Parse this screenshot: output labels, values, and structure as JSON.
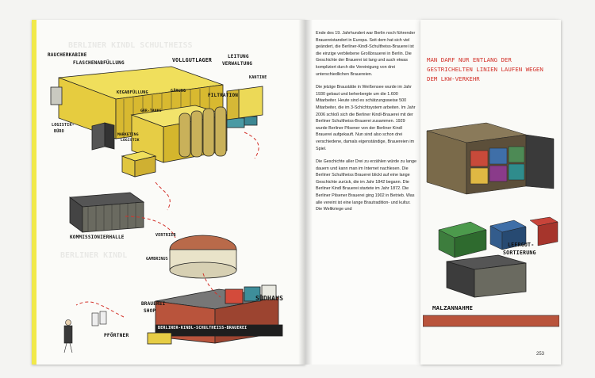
{
  "left_labels": {
    "rauchercabine": "RAUCHERKABINE",
    "flaschenabfuellung": "FLASCHENABFÜLLUNG",
    "vollgutlager": "VOLLGUTLAGER",
    "leitung": "LEITUNG",
    "verwaltung": "VERWALTUNG",
    "kantine": "KANTINE",
    "kegabfuellung": "KEGABFÜLLUNG",
    "gaerung": "GÄRUNG",
    "filtration": "FILTRATION",
    "gartanks": "GÄR-TANKS",
    "logistik": "LOGISTIK-",
    "buero": "BÜRO",
    "marketing": "MARKETING",
    "logistik2": "LOGISTIK",
    "kommissionierhalle": "KOMMISSIONIERHALLE",
    "vertrieb": "VERTRIEB",
    "gambrinus": "GAMBRINUS",
    "sudhaus": "SUDHAUS",
    "brauerei": "BRAUEREI",
    "shop": "SHOP",
    "pfoertner": "PFÖRTNER",
    "sign": "BERLINER-KINDL-SCHULTHEISS-BRAUEREI"
  },
  "paragraphs": [
    "Ende des 19. Jahrhundert war Berlin noch führender Brauereistandort in Europa. Seit dem hat sich viel geändert, die Berliner-Kindl-Schultheiss-Brauerei ist die einzige verbliebene Großbrauerei in Berlin. Die Geschichte der Brauerei ist lang und auch etwas kompliziert durch die Vereinigung von drei unterschiedlichen Brauereien.",
    "Die jetzige Braustätte in Weißensee wurde im Jahr 1930 gebaut und beherbergte um die 1.600 Mitarbeiter. Heute sind es schätzungsweise 500 Mitarbeiter, die im 3-Schichtsystem arbeiten. Im Jahr 2006 schloß sich die Berliner Kindl-Brauerei mit der Berliner Schultheiss-Brauerei zusammen. 1929 wurde Berliner Pilsener von der Berliner Kindl Brauerei aufgekauft. Nun sind also schon drei verschiedene, damals eigenständige, Brauereien im Spiel.",
    "Die Geschichte aller Drei zu erzählen würde zu lange dauern und kann man im Internet nachlesen. Die Berliner Schultheiss Brauerei blickt auf eine lange Geschichte zurück, die im Jahr 1842 begann. Die Berliner Kindl Brauerei startete im Jahr 1872. Die Berliner Pilsener Brauerei ging 1902 in Betrieb. Was alle vereint ist eine lange Brautradition- und kultur. Die Weltkriege und"
  ],
  "red_note": "MAN DARF NUR ENTLANG DER GESTRICHELTEN LINIEN LAUFEN WEGEN DEM LKW-VERKEHR",
  "right_labels": {
    "leergut": "LEERGUT-",
    "sortierung": "SORTIERUNG",
    "malzannahme": "MALZANNAHME"
  },
  "page_number": "253",
  "colors": {
    "yellow": "#eddc55",
    "red": "#d3332b",
    "dark": "#2a2a2a"
  }
}
